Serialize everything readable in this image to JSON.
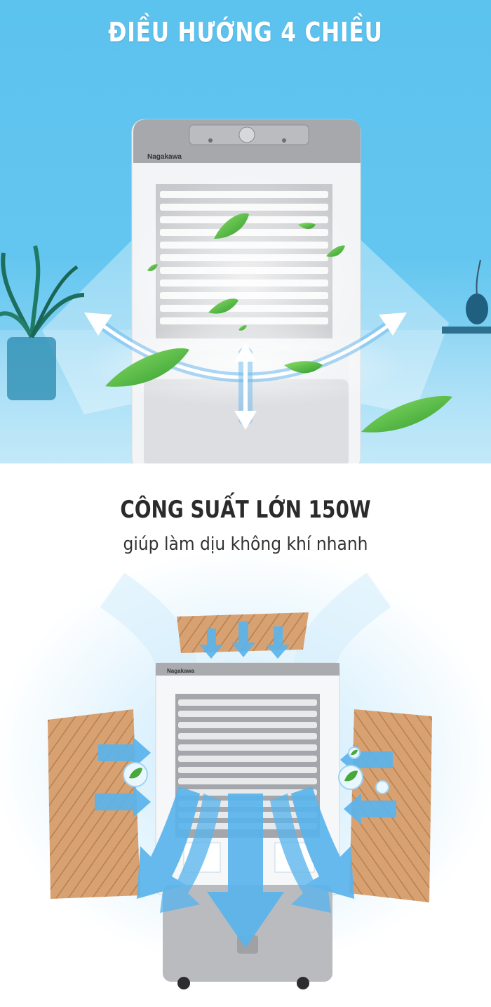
{
  "section1": {
    "heading": "ĐIỀU HƯỚNG 4 CHIỀU",
    "brand": "Nagakawa",
    "icons": [
      "plant-icon",
      "vase-icon",
      "leaf-icon",
      "arrow-left-icon",
      "arrow-right-icon",
      "arrow-vertical-icon"
    ]
  },
  "section2": {
    "heading": "CÔNG SUẤT LỚN 150W",
    "subheading": "giúp làm dịu không khí nhanh",
    "brand": "Nagakawa",
    "icons": [
      "cooling-pad-icon",
      "airflow-arrow-icon",
      "leaf-bubble-icon"
    ]
  },
  "colors": {
    "sky": "#5cc2ee",
    "arrow": "#5ab4ec",
    "pad": "#d49a6a",
    "cooler_body": "#f4f5f7",
    "cooler_base": "#b7b9bd"
  }
}
